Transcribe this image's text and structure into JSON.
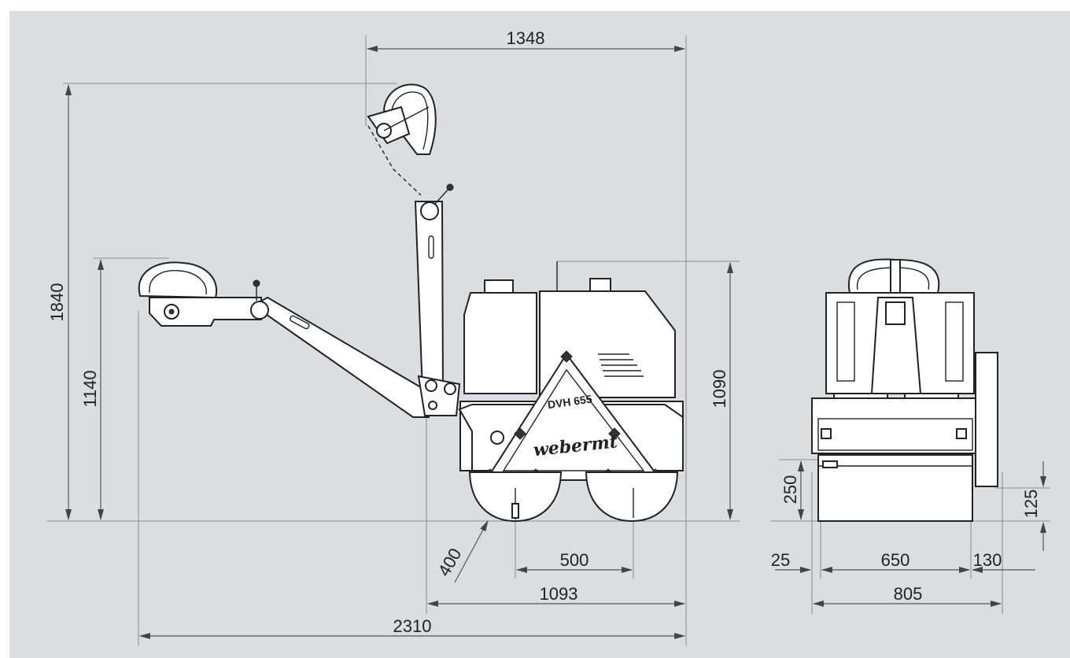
{
  "brand": {
    "logo_text": "webermt",
    "model_text": "DVH 655"
  },
  "colors": {
    "background": "#dcdde1",
    "line": "#222222",
    "dim_line": "#8a8c90"
  },
  "dimensions": {
    "side_view": {
      "overall_length": "2310",
      "handle_upright_reach": "1348",
      "overall_height_handle_up": "1840",
      "handle_height_down": "1140",
      "machine_height": "1090",
      "drum_diameter": "400",
      "wheelbase": "500",
      "machine_length": "1093"
    },
    "front_view": {
      "drum_width": "650",
      "overall_width": "805",
      "left_offset": "25",
      "right_offset": "130",
      "ground_clearance_left": "250",
      "ground_clearance_right": "125"
    }
  }
}
